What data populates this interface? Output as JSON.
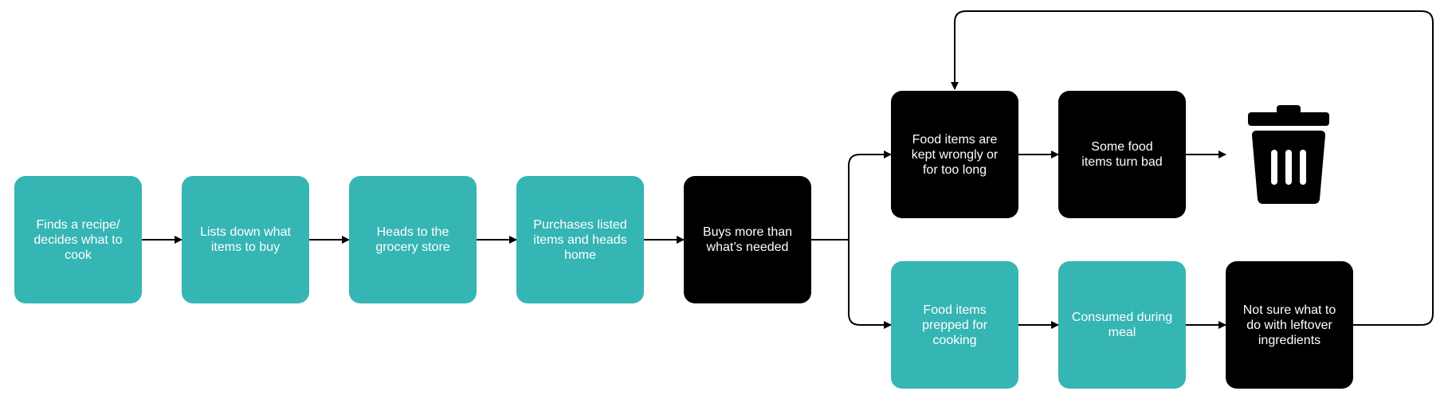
{
  "colors": {
    "teal": "#35b5b3",
    "black": "#000000",
    "text": "#ffffff",
    "line": "#000000"
  },
  "nodes": {
    "find_recipe": {
      "label": "Finds a recipe/ decides what to cook",
      "color": "teal"
    },
    "list_items": {
      "label": "Lists down what items to buy",
      "color": "teal"
    },
    "grocery_store": {
      "label": "Heads to the grocery store",
      "color": "teal"
    },
    "purchase": {
      "label": "Purchases listed items and heads home",
      "color": "teal"
    },
    "buys_more": {
      "label": "Buys more than what’s needed",
      "color": "black"
    },
    "kept_wrongly": {
      "label": "Food items are kept wrongly or for too long",
      "color": "black"
    },
    "turn_bad": {
      "label": "Some food items turn bad",
      "color": "black"
    },
    "prepped": {
      "label": "Food items prepped for cooking",
      "color": "teal"
    },
    "consumed": {
      "label": "Consumed during meal",
      "color": "teal"
    },
    "leftovers": {
      "label": "Not sure what to do with leftover ingredients",
      "color": "black"
    }
  },
  "icons": {
    "end": "trash-can-icon"
  },
  "edges": [
    [
      "find_recipe",
      "list_items"
    ],
    [
      "list_items",
      "grocery_store"
    ],
    [
      "grocery_store",
      "purchase"
    ],
    [
      "purchase",
      "buys_more"
    ],
    [
      "buys_more",
      "kept_wrongly"
    ],
    [
      "buys_more",
      "prepped"
    ],
    [
      "kept_wrongly",
      "turn_bad"
    ],
    [
      "turn_bad",
      "trash-can-icon"
    ],
    [
      "prepped",
      "consumed"
    ],
    [
      "consumed",
      "leftovers"
    ],
    [
      "leftovers",
      "kept_wrongly"
    ]
  ]
}
